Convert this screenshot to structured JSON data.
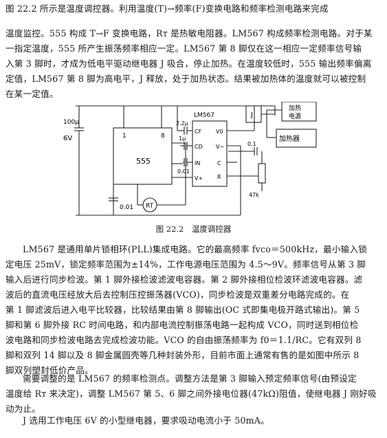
{
  "text": {
    "p1_lines": [
      "图 22.2 所示是温度调控器。利用温度(T)→频率(F)变换电路和频率检测电路来完成"
    ],
    "p2_lines": [
      "温度监控。555 构成 T→F 变换电路，Rт 是热敏电阻器。LM567 构成频率检测电路。对于某",
      "一指定温度，555 所产生振荡频率相应一定。LM567 第 8 脚仅在这一相应一定频率信号输",
      "入第 3 脚时，才成为低电平驱动继电器 J 吸合，停止加热。在温度较低时，555 输出频率偏离",
      "定值，LM567 第 8 脚为高电平，J 释放，处于加热状态。结果被加热体的温度就可以被控制",
      "在某一定值。"
    ],
    "p3_lines": [
      "LM567 是通用单片锁相环(PLL)集成电路。它的最高频率 fvco＝500kHz，最小输入锁",
      "定电压 25mV，锁定频率范围为±14%，工作电源电压范围为 4.5～9V。频率信号从第 3 脚",
      "输入后进行同步检波。第 1 脚外接检波滤波电容器。第 2 脚外接相位检波环滤波电容器。滤",
      "波后的直流电压经放大后去控制压控振荡器(VCO)，同步检波是双重差分电路完成的。在",
      "第 1 脚滤波后进入电平比较器，比较结果由第 8 脚输出(OC 式即集电极开路式输出)。第 5",
      "脚和第 6 脚外接 RC 时间电路，和内部电流控制振荡电路一起构成 VCO，同时送到相位检",
      "波电路和同步检波电路去完成检波功能。VCO 的自由振荡频率为 f0＝1.1/RC。它有双列 8",
      "脚和双列 14 脚以及 8 脚金属圆壳等几种封装外形，目前市面上通常有售的是如图中所示 8",
      "脚双列塑封低价产品。"
    ],
    "p4_lines": [
      "需要调整的是 LM567 的频率检测点。调整方法是第 3 脚输入预定频率信号(由预设定",
      "温度给 Rт 来决定)，调整 LM567 第 5、6 脚之间外接电位器(47kΩ)阻值，使继电器 J 刚好吸",
      "动为止。"
    ],
    "p5_lines": [
      "J 选用工作电压 6V 的小型继电器，要求吸动电流小于 50mA。"
    ],
    "caption": "图 22.2　温度调控器"
  },
  "circuit": {
    "c_supply": "100μ",
    "supply": "6V",
    "chip_555": "555",
    "pin_1": "1",
    "pin_8": "8",
    "c_timing": "0.01",
    "thermistor": "RT",
    "chip_567": "LM567",
    "c_cf": "2.2μ",
    "c_cd": "1μ",
    "c_in": "0.01",
    "c_r": "0.1",
    "pin_cf": "CF",
    "pin_cd": "CD",
    "pin_in": "IN",
    "pin_vp": "V+",
    "pin_vo": "V0",
    "pin_vm": "V−",
    "pin_c": "C",
    "pin_r": "R",
    "pot": "47k",
    "relay": "J",
    "load_top_1": "加热",
    "load_top_2": "电源",
    "heater": "加热器"
  }
}
